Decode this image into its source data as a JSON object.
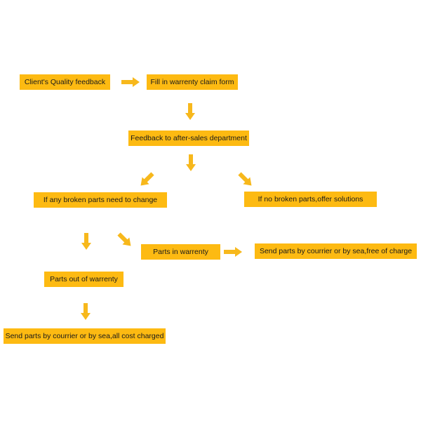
{
  "diagram": {
    "colors": {
      "box_fill": "#FDBA12",
      "arrow_fill": "#F7B81C",
      "text": "#1a1a1a",
      "background": "#ffffff"
    },
    "nodes": {
      "client_feedback": "Client's Quality feedback",
      "fill_claim_form": "Fill in warrenty claim form",
      "feedback_after_sales": "Feedback to after-sales department",
      "broken_parts_change": "If any broken parts need to change",
      "no_broken_parts": "If no broken parts,offer solutions",
      "parts_in_warranty": "Parts in warrenty",
      "send_free": "Send parts by courrier or by sea,free of charge",
      "parts_out_warranty": "Parts out of warrenty",
      "send_charged": "Send parts by courrier or by sea,all cost charged"
    },
    "edges": [
      {
        "from": "client_feedback",
        "to": "fill_claim_form"
      },
      {
        "from": "fill_claim_form",
        "to": "feedback_after_sales"
      },
      {
        "from": "feedback_after_sales",
        "to": "broken_parts_change"
      },
      {
        "from": "feedback_after_sales",
        "to": "no_broken_parts"
      },
      {
        "from": "broken_parts_change",
        "to": "parts_in_warranty"
      },
      {
        "from": "broken_parts_change",
        "to": "parts_out_warranty"
      },
      {
        "from": "parts_in_warranty",
        "to": "send_free"
      },
      {
        "from": "parts_out_warranty",
        "to": "send_charged"
      }
    ]
  }
}
